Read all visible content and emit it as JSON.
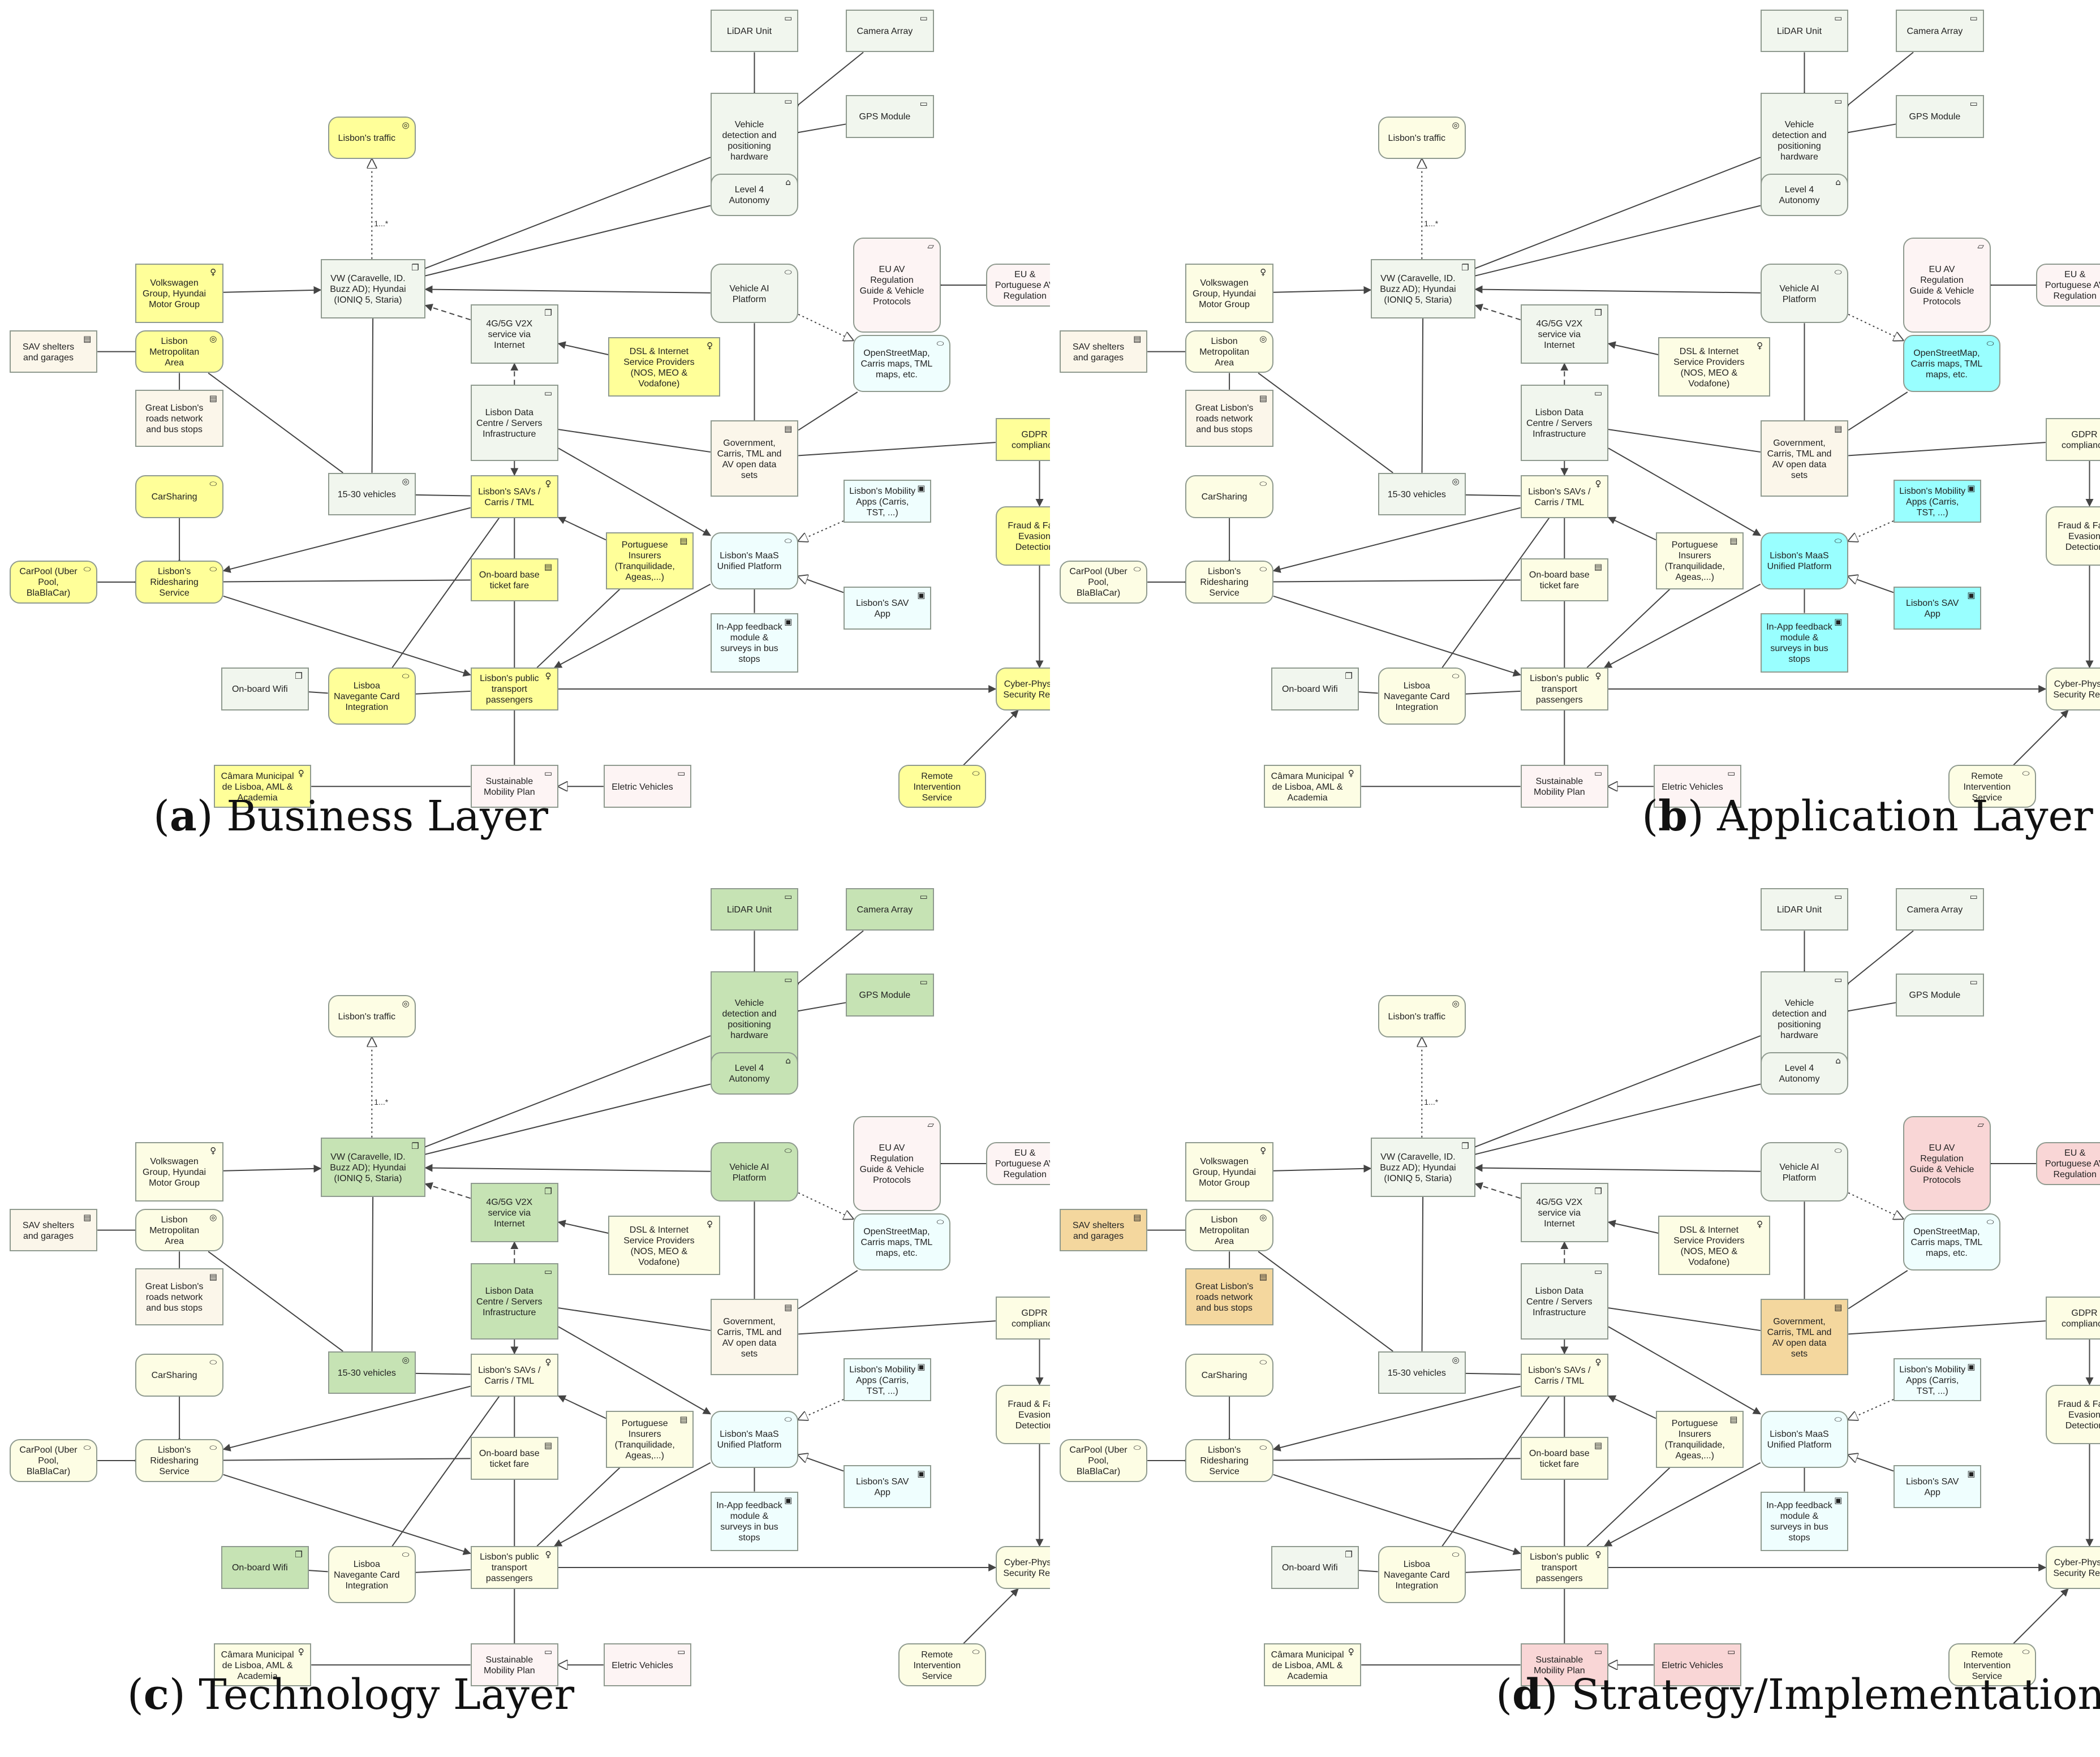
{
  "colors": {
    "business": "#ffff99",
    "business_pale": "#fdfde4",
    "application": "#99ffff",
    "application_pale": "#effefe",
    "technology": "#c6e3b4",
    "technology_pale": "#f1f6ee",
    "physical_pale": "#f1f6ee",
    "motivation": "#f9d6d6",
    "motivation_pale": "#fdf4f4",
    "strategy": "#f4d79e",
    "strategy_pale": "#fbf6ea",
    "border": "#8f9a8f",
    "edge": "#444444"
  },
  "nodes": [
    {
      "id": "lidar",
      "label": "LiDAR Unit",
      "icon": "device-icon",
      "kind": "technology"
    },
    {
      "id": "camera",
      "label": "Camera Array",
      "icon": "device-icon",
      "kind": "technology"
    },
    {
      "id": "gps",
      "label": "GPS Module",
      "icon": "device-icon",
      "kind": "technology"
    },
    {
      "id": "vdet",
      "label": "Vehicle detection and positioning hardware",
      "icon": "device-icon",
      "kind": "technology"
    },
    {
      "id": "lvl4",
      "label": "Level 4 Autonomy",
      "icon": "capability-icon",
      "kind": "technology"
    },
    {
      "id": "traffic",
      "label": "Lisbon's traffic",
      "icon": "interaction-icon",
      "kind": "business"
    },
    {
      "id": "eureg",
      "label": "EU AV Regulation Guide & Vehicle Protocols",
      "icon": "requirement-icon",
      "kind": "motivation"
    },
    {
      "id": "euport",
      "label": "EU & Portuguese AV Regulation",
      "icon": "requirement-icon",
      "kind": "motivation"
    },
    {
      "id": "vw",
      "label": "VW (Caravelle, ID. Buzz AD); Hyundai (IONIQ 5, Staria)",
      "icon": "node-icon",
      "kind": "technology"
    },
    {
      "id": "vag",
      "label": "Volkswagen Group, Hyundai Motor Group",
      "icon": "actor-icon",
      "kind": "business"
    },
    {
      "id": "vai",
      "label": "Vehicle AI Platform",
      "icon": "service-icon",
      "kind": "technology"
    },
    {
      "id": "v2x",
      "label": "4G/5G V2X service via Internet",
      "icon": "node-icon",
      "kind": "technology"
    },
    {
      "id": "dsl",
      "label": "DSL & Internet Service Providers (NOS, MEO & Vodafone)",
      "icon": "actor-icon",
      "kind": "business"
    },
    {
      "id": "osm",
      "label": "OpenStreetMap, Carris maps, TML maps, etc.",
      "icon": "service-icon",
      "kind": "application"
    },
    {
      "id": "sav",
      "label": "SAV shelters and garages",
      "icon": "resource-icon",
      "kind": "strategy"
    },
    {
      "id": "lma",
      "label": "Lisbon Metropolitan Area",
      "icon": "interaction-icon",
      "kind": "business"
    },
    {
      "id": "roads",
      "label": "Great Lisbon's roads network and bus stops",
      "icon": "resource-icon",
      "kind": "strategy"
    },
    {
      "id": "ldc",
      "label": "Lisbon Data Centre / Servers Infrastructure",
      "icon": "device-icon",
      "kind": "technology"
    },
    {
      "id": "gov",
      "label": "Government, Carris, TML and AV open data sets",
      "icon": "resource-icon",
      "kind": "strategy"
    },
    {
      "id": "gdpr",
      "label": "GDPR compliance",
      "icon": "contract-icon",
      "kind": "business"
    },
    {
      "id": "v1530",
      "label": "15-30 vehicles",
      "icon": "interaction-icon",
      "kind": "technology"
    },
    {
      "id": "savs",
      "label": "Lisbon's SAVs / Carris / TML",
      "icon": "actor-icon",
      "kind": "business"
    },
    {
      "id": "carsh",
      "label": "CarSharing",
      "icon": "service-icon",
      "kind": "business"
    },
    {
      "id": "apps",
      "label": "Lisbon's Mobility Apps (Carris, TST, ...)",
      "icon": "component-icon",
      "kind": "application"
    },
    {
      "id": "fraud",
      "label": "Fraud & Fare Evasion Detection",
      "icon": "process-icon",
      "kind": "business"
    },
    {
      "id": "carpool",
      "label": "CarPool (Uber Pool, BlaBlaCar)",
      "icon": "service-icon",
      "kind": "business"
    },
    {
      "id": "ride",
      "label": "Lisbon's Ridesharing Service",
      "icon": "service-icon",
      "kind": "business"
    },
    {
      "id": "onboard",
      "label": "On-board base ticket fare",
      "icon": "contract-icon",
      "kind": "business"
    },
    {
      "id": "insur",
      "label": "Portuguese Insurers (Tranquilidade, Ageas,...)",
      "icon": "contract-icon",
      "kind": "business"
    },
    {
      "id": "maas",
      "label": "Lisbon's MaaS Unified Platform",
      "icon": "service-icon",
      "kind": "application"
    },
    {
      "id": "savapp",
      "label": "Lisbon's SAV App",
      "icon": "component-icon",
      "kind": "application"
    },
    {
      "id": "feedback",
      "label": "In-App feedback module & surveys in bus stops",
      "icon": "component-icon",
      "kind": "application"
    },
    {
      "id": "wifi",
      "label": "On-board Wifi",
      "icon": "node-icon",
      "kind": "technology"
    },
    {
      "id": "card",
      "label": "Lisboa Navegante Card Integration",
      "icon": "service-icon",
      "kind": "business"
    },
    {
      "id": "pass",
      "label": "Lisbon's public transport passengers",
      "icon": "actor-icon",
      "kind": "business"
    },
    {
      "id": "cyber",
      "label": "Cyber-Physical Security Report",
      "icon": "capability-icon",
      "kind": "business"
    },
    {
      "id": "camara",
      "label": "Câmara Municipal de Lisboa, AML & Academia",
      "icon": "actor-icon",
      "kind": "business"
    },
    {
      "id": "smp",
      "label": "Sustainable Mobility Plan",
      "icon": "goal-icon",
      "kind": "motivation"
    },
    {
      "id": "ev",
      "label": "Eletric Vehicles",
      "icon": "goal-icon",
      "kind": "motivation"
    },
    {
      "id": "remote",
      "label": "Remote Intervention Service",
      "icon": "service-icon",
      "kind": "business"
    }
  ],
  "multiplicity_label": "1...*",
  "panels": [
    {
      "letter": "a",
      "title": "Business Layer",
      "highlight": [
        "traffic",
        "vag",
        "dsl",
        "lma",
        "savs",
        "carsh",
        "carpool",
        "ride",
        "onboard",
        "insur",
        "card",
        "pass",
        "camara",
        "gdpr",
        "fraud",
        "cyber",
        "remote"
      ]
    },
    {
      "letter": "b",
      "title": "Application Layer",
      "highlight": [
        "osm",
        "apps",
        "maas",
        "savapp",
        "feedback"
      ]
    },
    {
      "letter": "c",
      "title": "Technology Layer",
      "highlight": [
        "lidar",
        "camera",
        "gps",
        "vdet",
        "lvl4",
        "vw",
        "vai",
        "v2x",
        "ldc",
        "v1530",
        "wifi"
      ]
    },
    {
      "letter": "d",
      "title": "Strategy/Implementation Layer",
      "highlight": [
        "eureg",
        "euport",
        "sav",
        "roads",
        "gov",
        "smp",
        "ev"
      ]
    }
  ]
}
